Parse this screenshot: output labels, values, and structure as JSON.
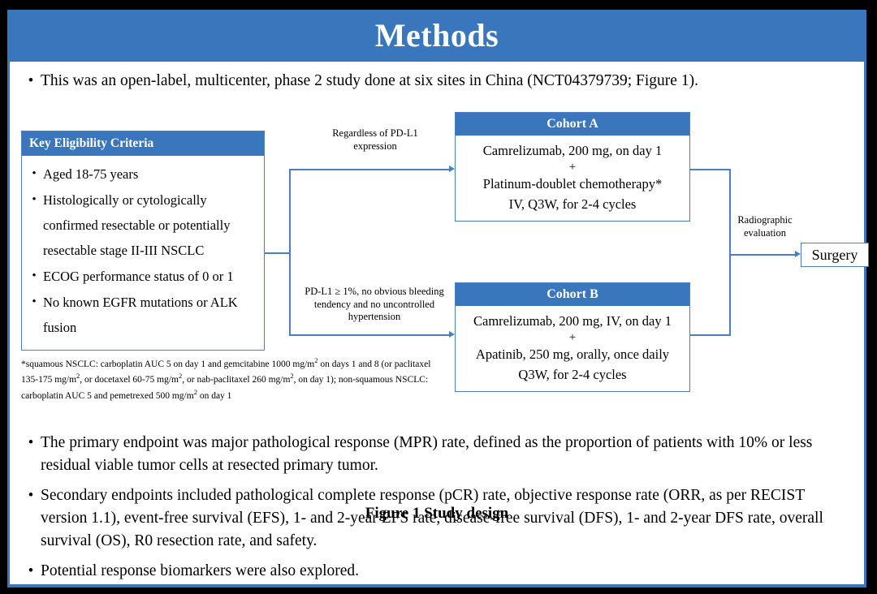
{
  "header": {
    "title": "Methods"
  },
  "lead_bullet": {
    "marker": "•",
    "text": "This was an open-label, multicenter, phase 2 study done at six sites in China (NCT04379739; Figure 1)."
  },
  "figure": {
    "eligibility": {
      "header": "Key  Eligibility Criteria",
      "marker": "•",
      "items": [
        "Aged 18-75 years",
        "Histologically or cytologically confirmed resectable or potentially resectable stage II-III  NSCLC",
        "ECOG performance status of 0 or 1",
        "No known EGFR mutations or ALK fusion"
      ]
    },
    "footnote": "*squamous NSCLC: carboplatin AUC 5 on day 1 and gemcitabine 1000 mg/m2 on days 1 and 8 (or paclitaxel 135-175  mg/m2, or docetaxel 60-75 mg/m2, or nab-paclitaxel 260 mg/m2, on day 1); non-squamous NSCLC: carboplatin AUC 5 and pemetrexed 500 mg/m2 on day 1",
    "connector_labels": {
      "top": "Regardless  of PD-L1 expression",
      "bottom": "PD-L1 ≥ 1%, no obvious bleeding tendency  and no uncontrolled  hypertension",
      "right": "Radiographic evaluation"
    },
    "cohort_a": {
      "header": "Cohort A",
      "line1": "Camrelizumab, 200 mg, on day 1",
      "plus": "+",
      "line2": "Platinum-doublet chemotherapy*",
      "line3": "IV, Q3W, for 2-4 cycles"
    },
    "cohort_b": {
      "header": "Cohort B",
      "line1": "Camrelizumab, 200 mg, IV, on day 1",
      "plus": "+",
      "line2": "Apatinib, 250 mg, orally, once daily",
      "line3": "Q3W, for 2-4 cycles"
    },
    "surgery": {
      "label": "Surgery"
    },
    "caption": "Figure 1 Study design"
  },
  "bottom_bullets": {
    "marker": "•",
    "items": [
      "The primary endpoint was major pathological response (MPR) rate, defined as the proportion of patients with 10% or less residual viable tumor cells at resected primary tumor.",
      "Secondary endpoints included pathological complete response (pCR) rate, objective response rate (ORR, as per RECIST version 1.1), event-free survival (EFS), 1- and 2-year EFS rate, disease-free survival (DFS), 1- and 2-year DFS rate, overall survival (OS), R0 resection rate, and safety.",
      "Potential response biomarkers were also explored."
    ]
  },
  "colors": {
    "accent_blue": "#3a76bc",
    "line_blue": "#4a7fc1",
    "frame_black": "#000000",
    "page_white": "#ffffff"
  }
}
